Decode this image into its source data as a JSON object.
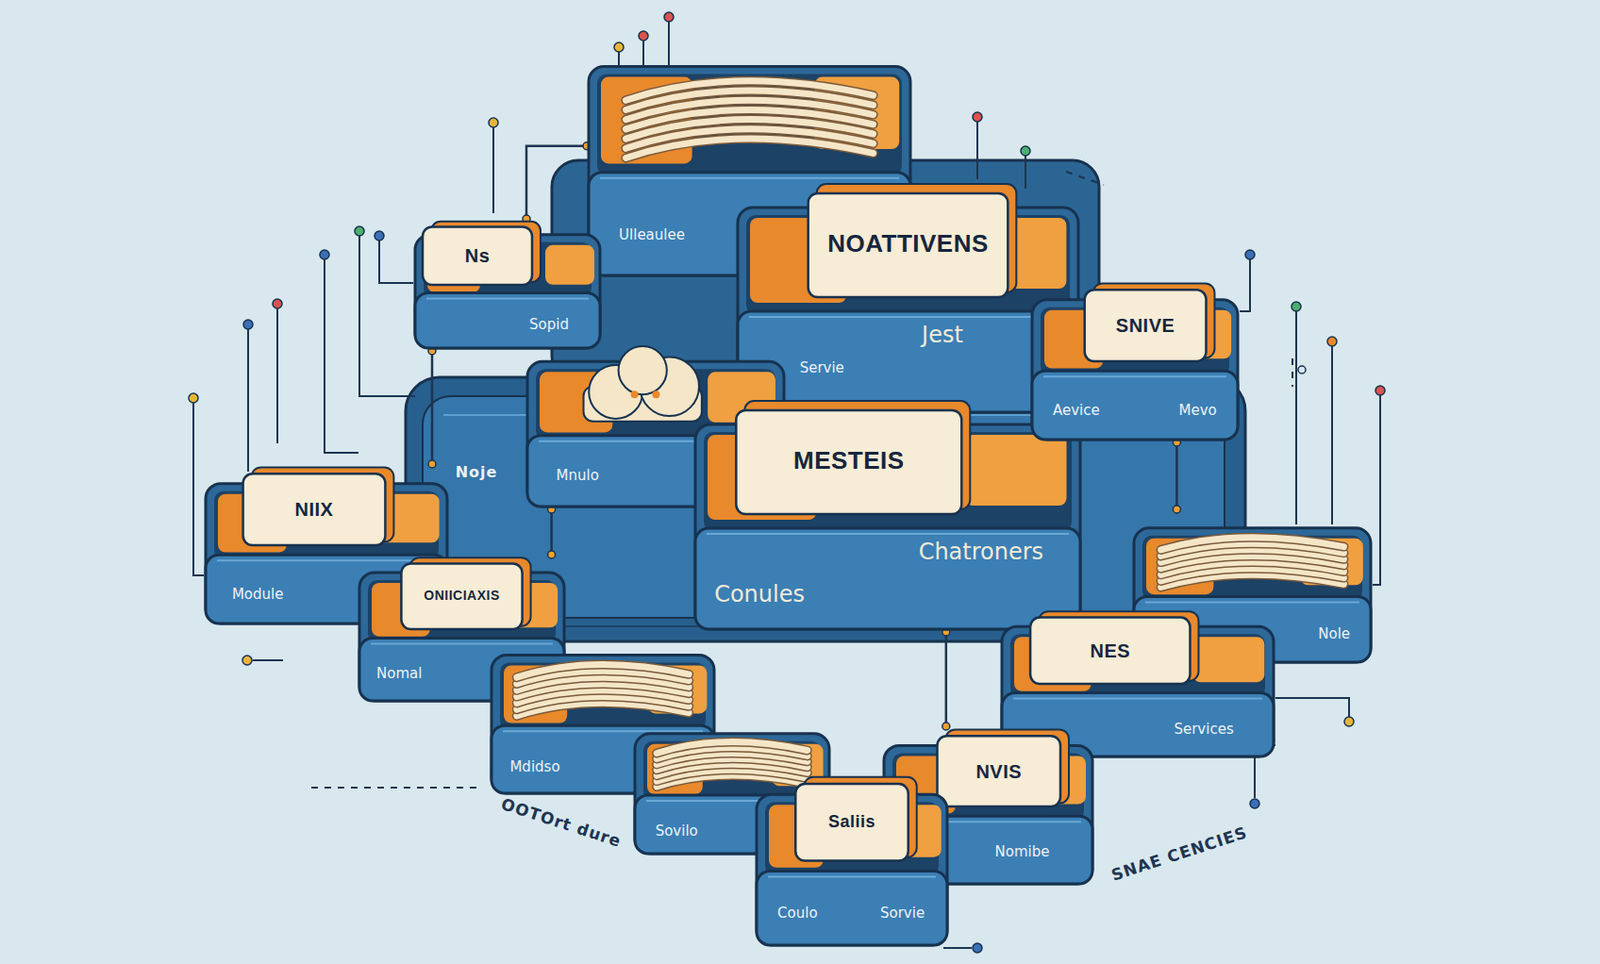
{
  "diagram": {
    "nodes": [
      {
        "text": [
          "Ulleaulee"
        ]
      },
      {
        "text": [
          "NOATTIVENS",
          "Jest",
          "Servie"
        ]
      },
      {
        "text": [
          "Ns",
          "Sopid"
        ]
      },
      {
        "text": [
          "SNIVE",
          "Aevice",
          "Mevo"
        ]
      },
      {
        "text": [
          "Mnulo"
        ]
      },
      {
        "text": [
          "MESTEIS",
          "Conules",
          "Chatroners"
        ]
      },
      {
        "text": [
          "NIIX",
          "Module"
        ]
      },
      {
        "text": [
          "ONIICIAXIS",
          "Nomal"
        ]
      },
      {
        "text": [
          "Mdidso"
        ]
      },
      {
        "text": [
          "Sovilo"
        ]
      },
      {
        "text": [
          "Saliis",
          "Coulo",
          "Sorvie"
        ]
      },
      {
        "text": [
          "NVIS",
          "Nomibe"
        ]
      },
      {
        "text": [
          "NES",
          "Services"
        ]
      },
      {
        "text": [
          "Nole"
        ]
      }
    ],
    "edges": [
      {
        "from": 0,
        "to": 2,
        "arrow": "none"
      },
      {
        "from": 2,
        "to": 6,
        "arrow": "none"
      },
      {
        "from": 4,
        "to": 7,
        "arrow": "none"
      },
      {
        "from": 3,
        "to": 13,
        "arrow": "none"
      },
      {
        "from": 5,
        "to": 11,
        "arrow": "none"
      }
    ],
    "labels": [
      "Noje",
      "OOTOrt dure",
      "SNAE CENCIES"
    ]
  }
}
